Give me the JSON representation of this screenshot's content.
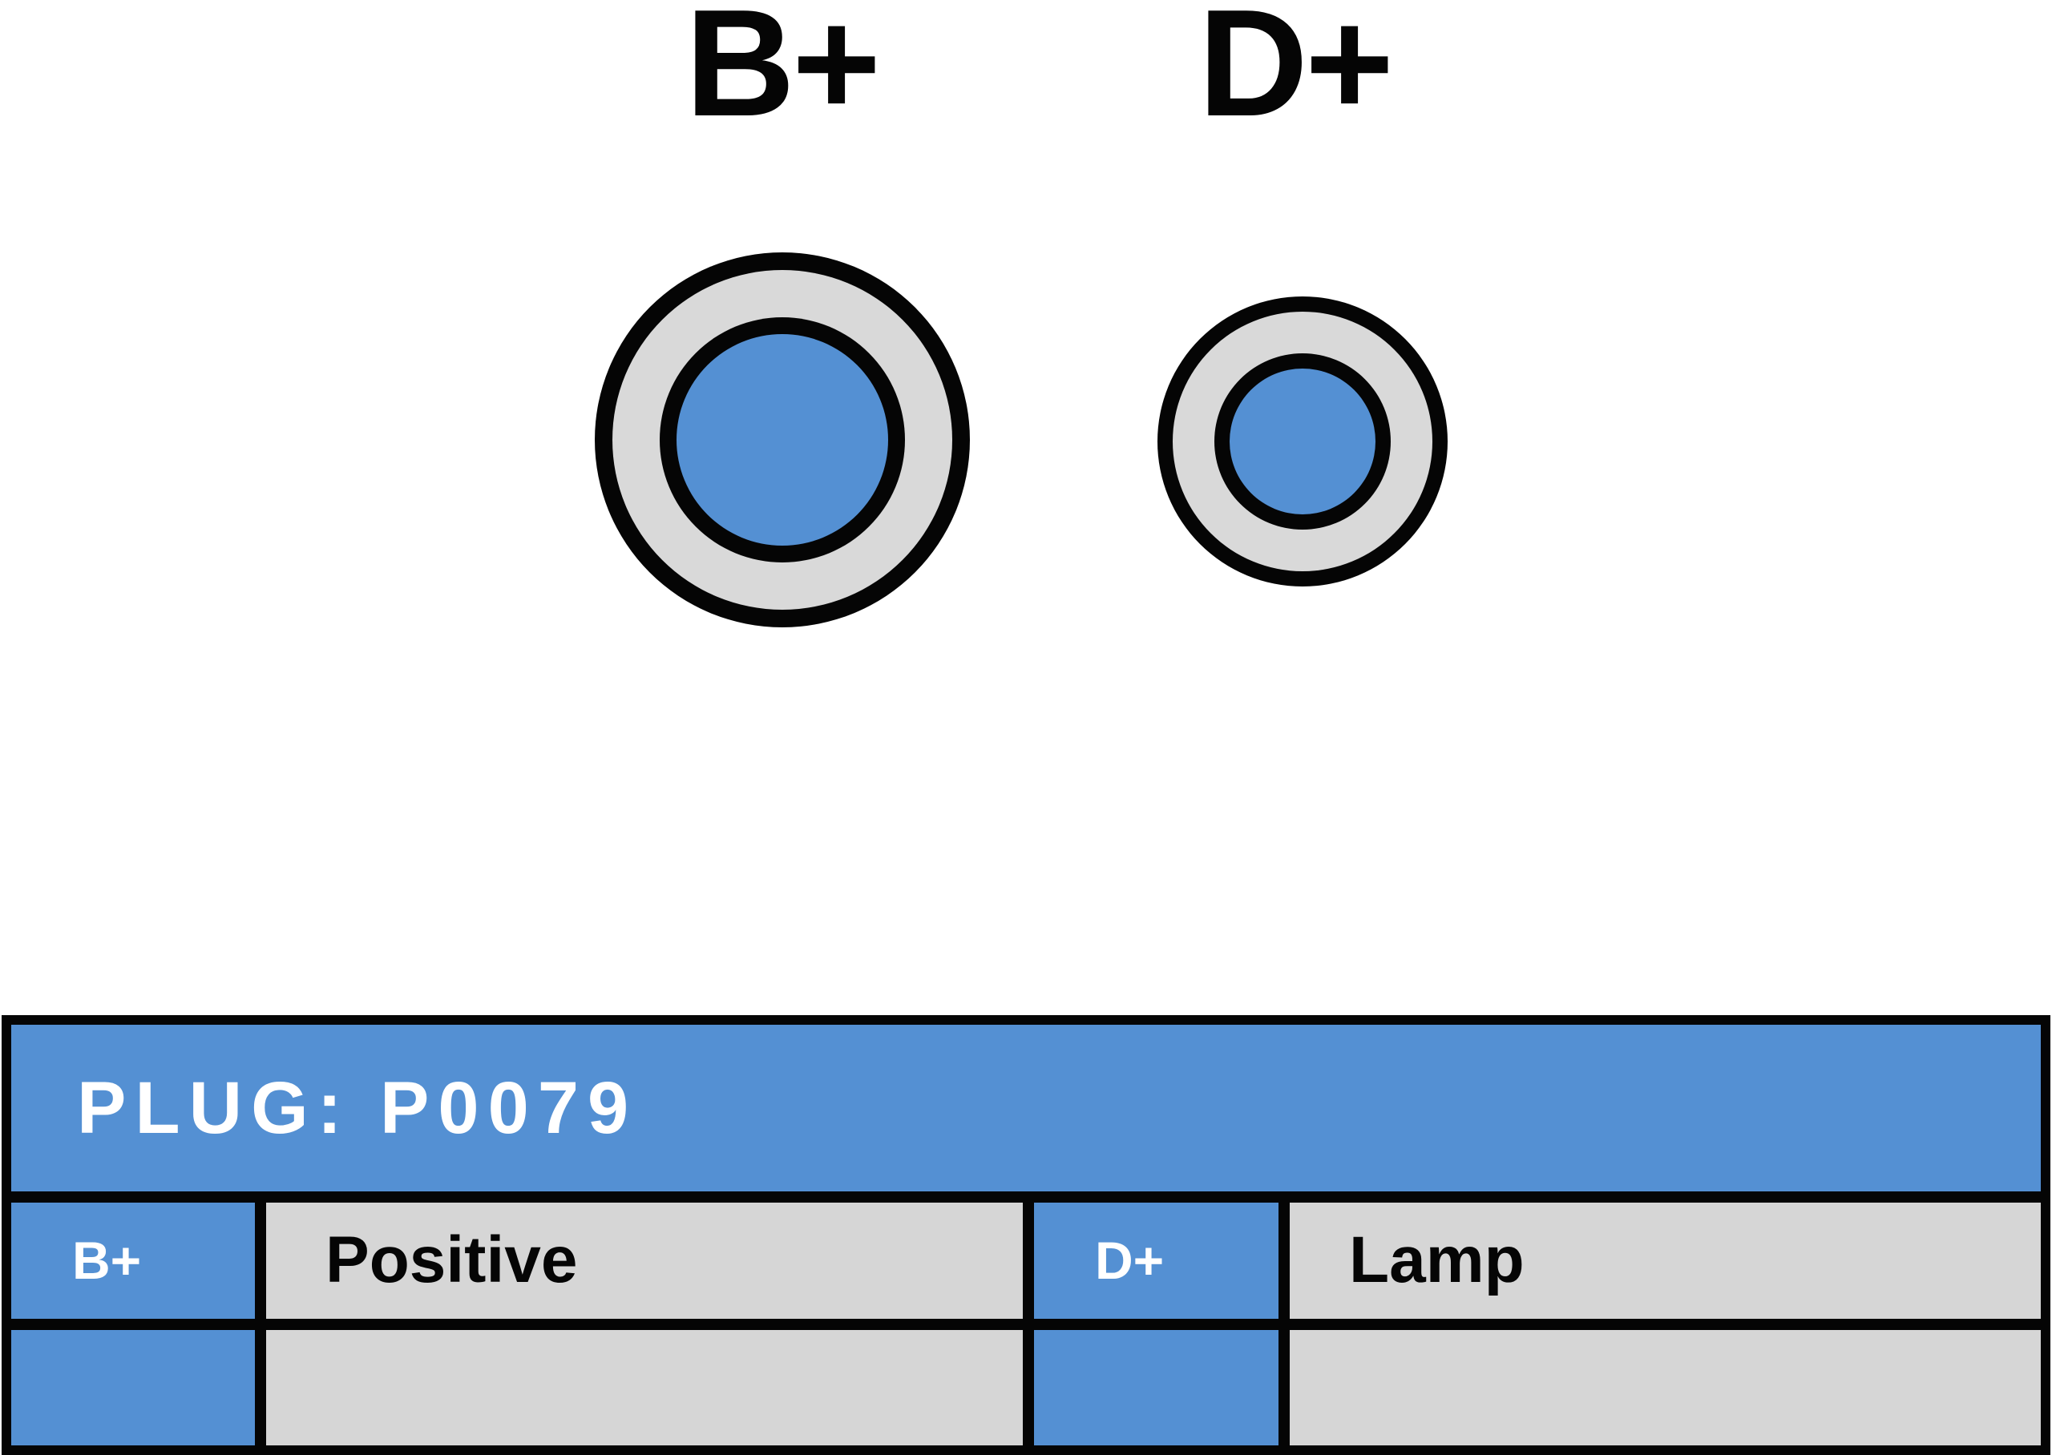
{
  "connector_diagram": {
    "terminals": [
      {
        "label": "B+",
        "size": "large"
      },
      {
        "label": "D+",
        "size": "small"
      }
    ]
  },
  "plug_table": {
    "title": "PLUG: P0079",
    "rows": [
      {
        "cells": [
          {
            "pin": "B+",
            "description": "Positive"
          },
          {
            "pin": "D+",
            "description": "Lamp"
          }
        ]
      },
      {
        "cells": [
          {
            "pin": "",
            "description": ""
          },
          {
            "pin": "",
            "description": ""
          }
        ]
      }
    ]
  },
  "colors": {
    "accent_blue": "#5490D3",
    "cell_gray": "#D6D6D6",
    "ring_gray": "#D9D9D9",
    "border_black": "#050505"
  }
}
